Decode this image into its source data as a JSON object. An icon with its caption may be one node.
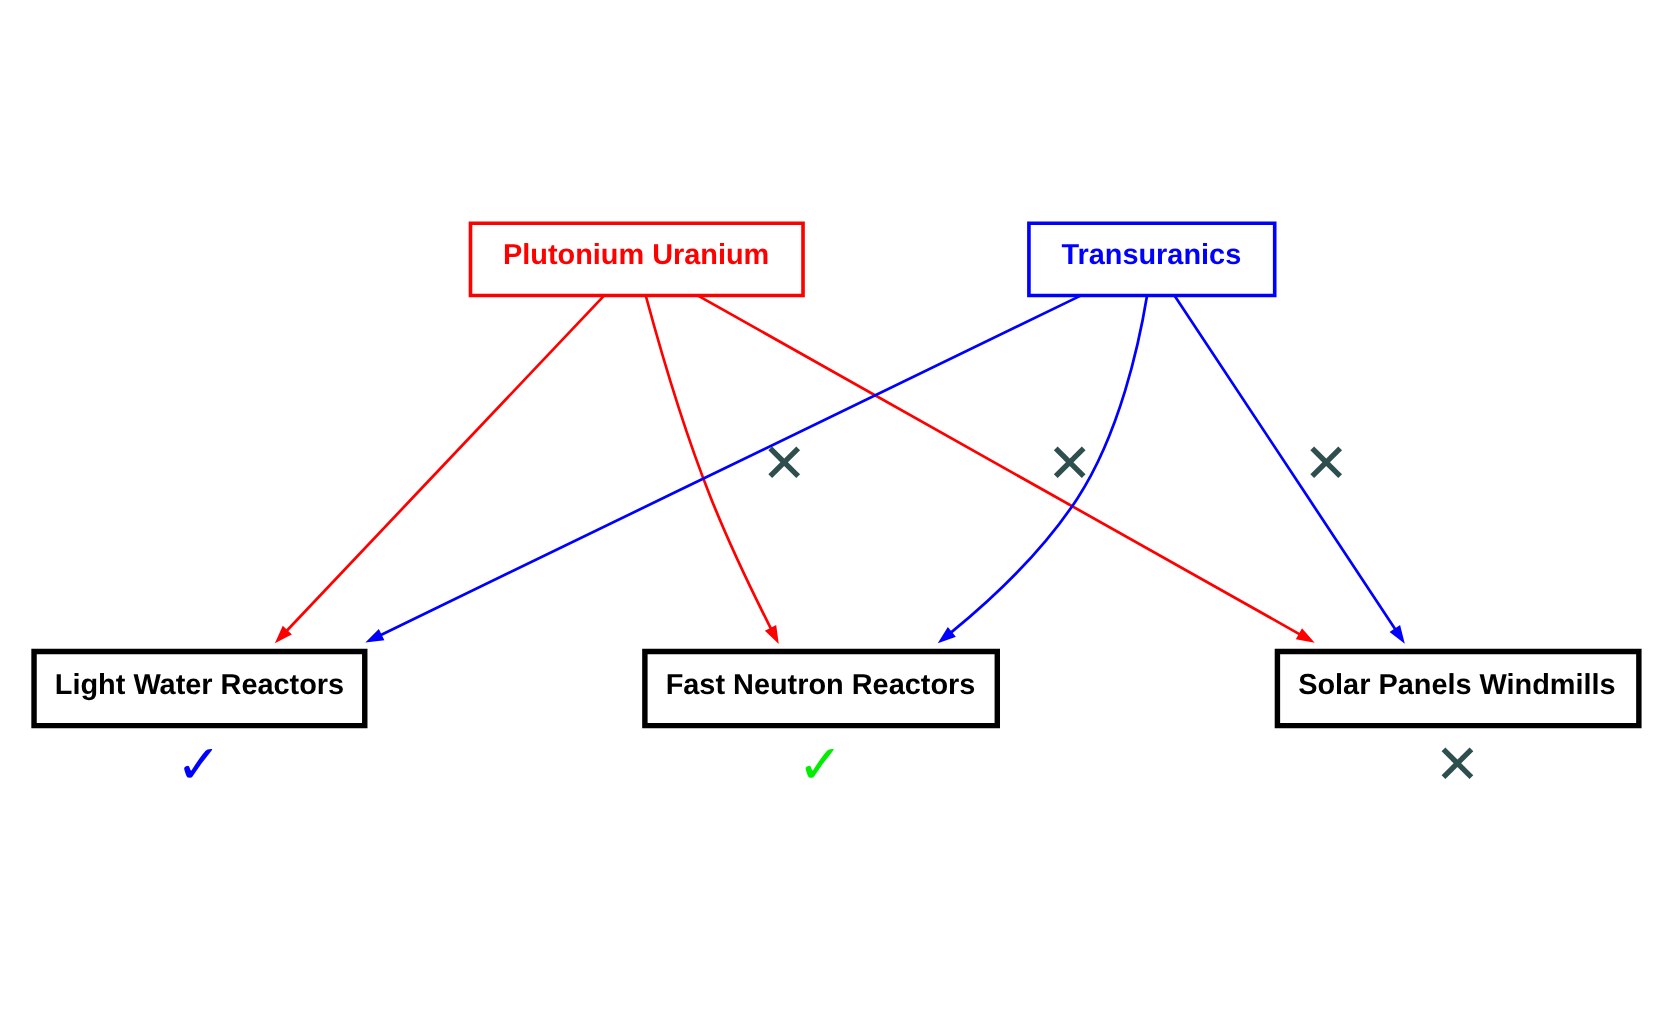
{
  "diagram": {
    "nodes": [
      {
        "text": [
          "Plutonium Uranium"
        ]
      },
      {
        "text": [
          "Transuranics"
        ]
      },
      {
        "text": [
          "Light Water Reactors"
        ],
        "beside": [
          "✓"
        ]
      },
      {
        "text": [
          "Fast Neutron Reactors"
        ],
        "beside": [
          "✓"
        ]
      },
      {
        "text": [
          "Solar Panels Windmills"
        ],
        "beside": [
          "✕"
        ]
      }
    ],
    "edges": [
      {
        "from": 0,
        "to": 2,
        "arrow": "to",
        "color": "#ff0000"
      },
      {
        "from": 0,
        "to": 3,
        "arrow": "to",
        "color": "#ff0000"
      },
      {
        "from": 0,
        "to": 4,
        "arrow": "to",
        "color": "#ff0000",
        "label": "✕"
      },
      {
        "from": 1,
        "to": 2,
        "arrow": "to",
        "color": "#0000ff",
        "label": "✕"
      },
      {
        "from": 1,
        "to": 3,
        "arrow": "to",
        "color": "#0000ff"
      },
      {
        "from": 1,
        "to": 4,
        "arrow": "to",
        "color": "#0000ff",
        "label": "✕"
      }
    ]
  }
}
